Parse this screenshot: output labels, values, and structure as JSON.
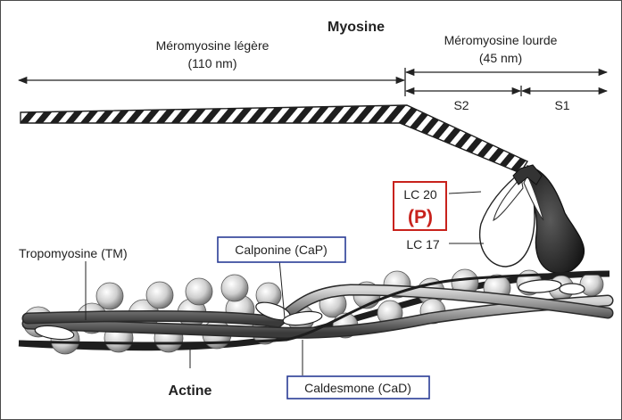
{
  "labels": {
    "myosine": "Myosine",
    "light_mero": [
      "Méromyosine légère",
      "(110 nm)"
    ],
    "heavy_mero": [
      "Méromyosine lourde",
      "(45 nm)"
    ],
    "s2": "S2",
    "s1": "S1",
    "lc20": "LC 20",
    "p": "(P)",
    "lc17": "LC 17",
    "tropomyosine": "Tropomyosine (TM)",
    "calponine": "Calponine (CaP)",
    "actine": "Actine",
    "caldesmone": "Caldesmone (CaD)"
  },
  "colors": {
    "p_box": "#c8221c",
    "blue_box": "#2a3c96",
    "ink": "#222222"
  }
}
